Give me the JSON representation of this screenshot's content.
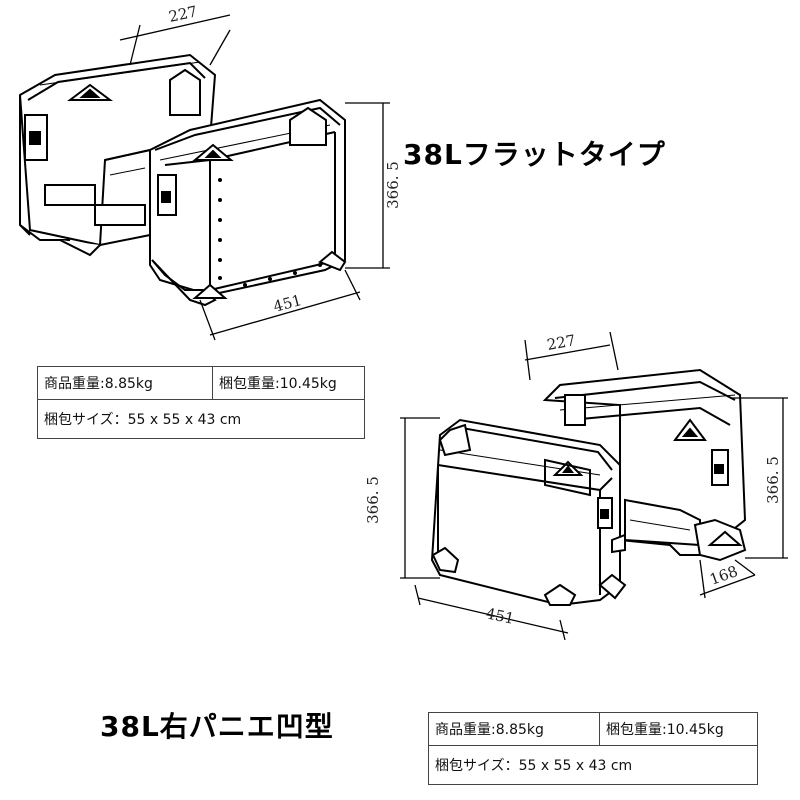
{
  "top": {
    "title": "38Lフラットタイプ",
    "dims": {
      "width": "227",
      "height": "366. 5",
      "length": "451"
    },
    "spec": {
      "product_weight": "商品重量:8.85kg",
      "package_weight": "梱包重量:10.45kg",
      "package_size": "梱包サイズ：55 x 55 x 43 cm"
    }
  },
  "bottom": {
    "title": "38L右パニエ凹型",
    "dims": {
      "width": "227",
      "height_left": "366. 5",
      "height_right": "366. 5",
      "length": "451",
      "depth": "168"
    },
    "spec": {
      "product_weight": "商品重量:8.85kg",
      "package_weight": "梱包重量:10.45kg",
      "package_size": "梱包サイズ：55 x 55 x 43 cm"
    }
  }
}
